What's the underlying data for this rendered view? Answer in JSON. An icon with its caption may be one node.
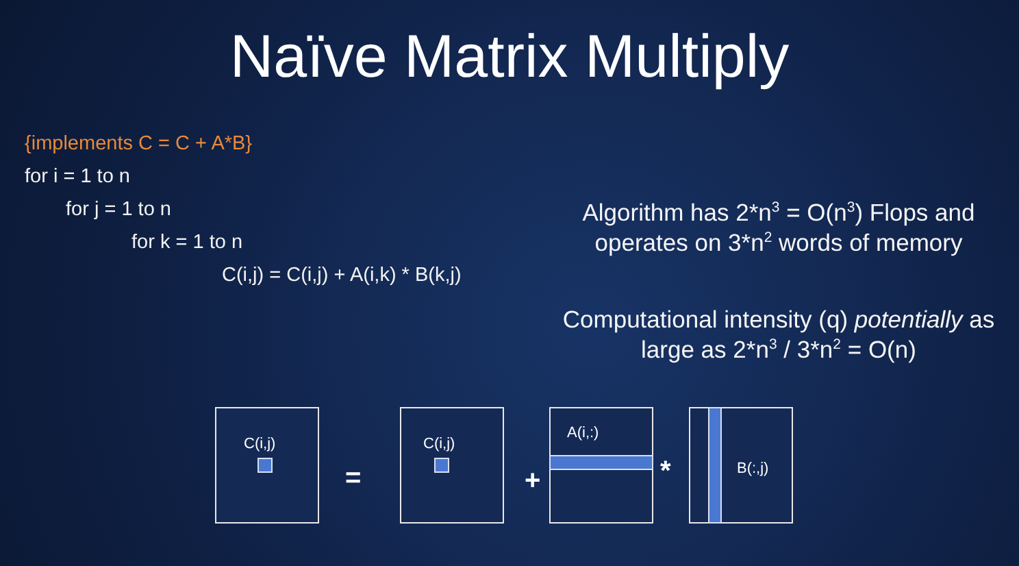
{
  "diagram": {
    "title": "Naïve Matrix Multiply",
    "nodes": [
      {
        "text": [
          "C(i,j)"
        ]
      },
      {
        "text": [
          "C(i,j)"
        ]
      },
      {
        "text": [
          "A(i,:)"
        ]
      },
      {
        "text": [
          "B(:,j)"
        ]
      }
    ],
    "edges": [],
    "labels": [
      "{implements C = C + A*B}",
      "for i = 1 to n",
      "for j = 1 to n",
      "for k = 1 to n",
      "C(i,j) = C(i,j) + A(i,k) * B(k,j)",
      "Algorithm has 2*n$^{3}$ = O(n$^{3}$) Flops and operates on 3*n$^{2}$ words of memory",
      "Computational intensity (q) *potentially* as large as 2*n$^{3}$ / 3*n$^{2}$ = O(n)",
      "=",
      "+",
      "*"
    ]
  }
}
